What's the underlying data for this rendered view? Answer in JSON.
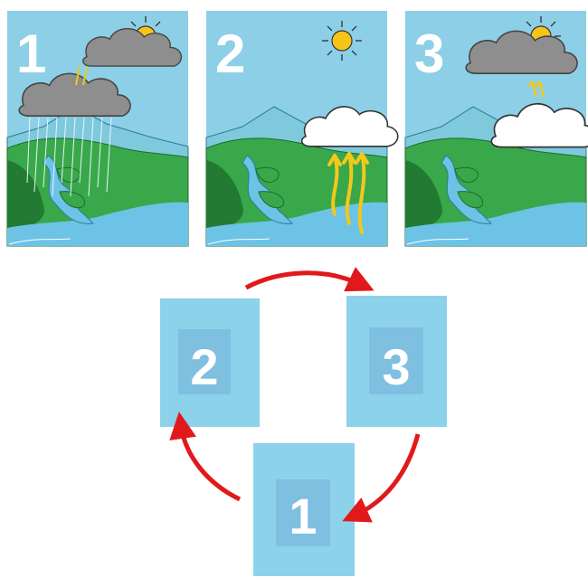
{
  "panels": [
    {
      "number": "1",
      "scene": "precipitation"
    },
    {
      "number": "2",
      "scene": "evaporation"
    },
    {
      "number": "3",
      "scene": "condensation"
    }
  ],
  "cycle_cards": [
    {
      "number": "2",
      "position": "left"
    },
    {
      "number": "3",
      "position": "right"
    },
    {
      "number": "1",
      "position": "bottom"
    }
  ],
  "colors": {
    "sky": "#8ccfe6",
    "card": "#8cd2ea",
    "card_inner": "#7fbfe0",
    "sun": "#f7c51a",
    "cloud_dark": "#8c8c8c",
    "vapor_arrow": "#f3c81b",
    "cycle_arrow": "#e1191b",
    "land": "#3aa14a",
    "water": "#5fbde2"
  },
  "icons": [
    "sun-icon",
    "rain-cloud-icon",
    "white-cloud-icon",
    "vapor-arrow-icon",
    "cycle-arrow-icon"
  ]
}
